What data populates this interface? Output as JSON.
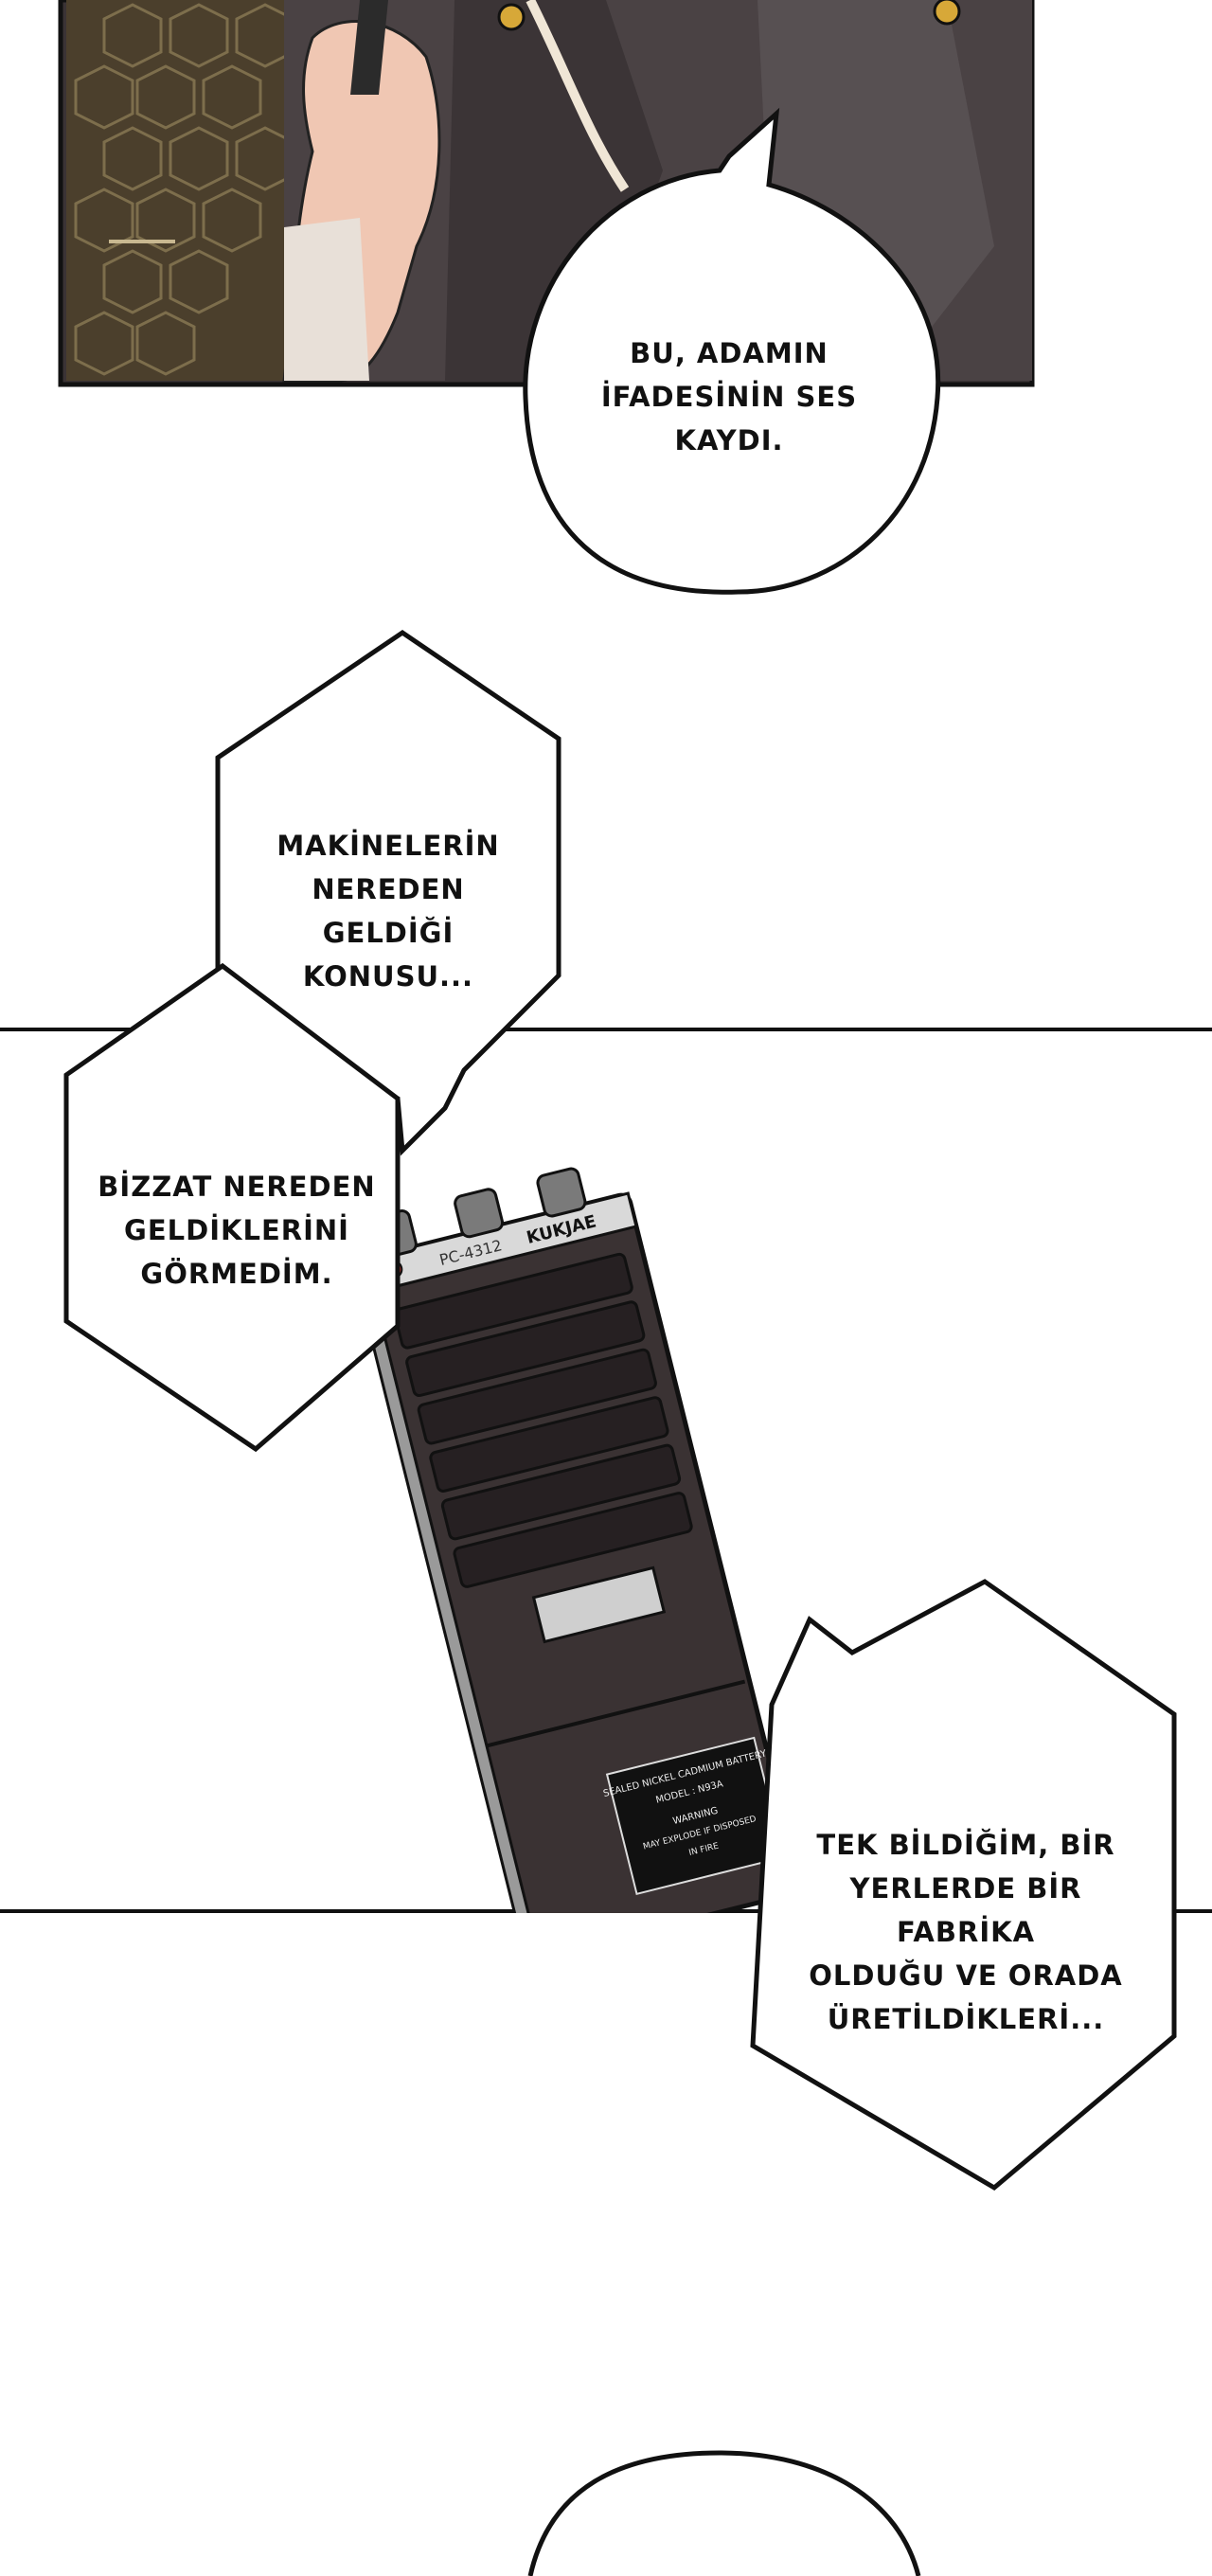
{
  "comic": {
    "bubbles": [
      {
        "text": "BU, ADAMIN\nİFADESİNİN SES\nKAYDI."
      },
      {
        "text": "MAKİNELERİN\nNEREDEN GELDİĞİ\nKONUSU..."
      },
      {
        "text": "BİZZAT NEREDEN\nGELDİKLERİNİ\nGÖRMEDİM."
      },
      {
        "text": "TEK BİLDİĞİM, BİR\nYERLERDE BİR FABRİKA\nOLDUĞU VE ORADA\nÜRETİLDİKLERİ..."
      }
    ],
    "recorder": {
      "brand": "KUKJAE",
      "model": "PC-4312",
      "battery_label": "SEALED NICKEL CADMIUM BATTERY",
      "battery_model": "MODEL : N93A",
      "warning_title": "WARNING",
      "warning_line1": "MAY EXPLODE IF DISPOSED",
      "warning_line2": "IN FIRE"
    }
  }
}
